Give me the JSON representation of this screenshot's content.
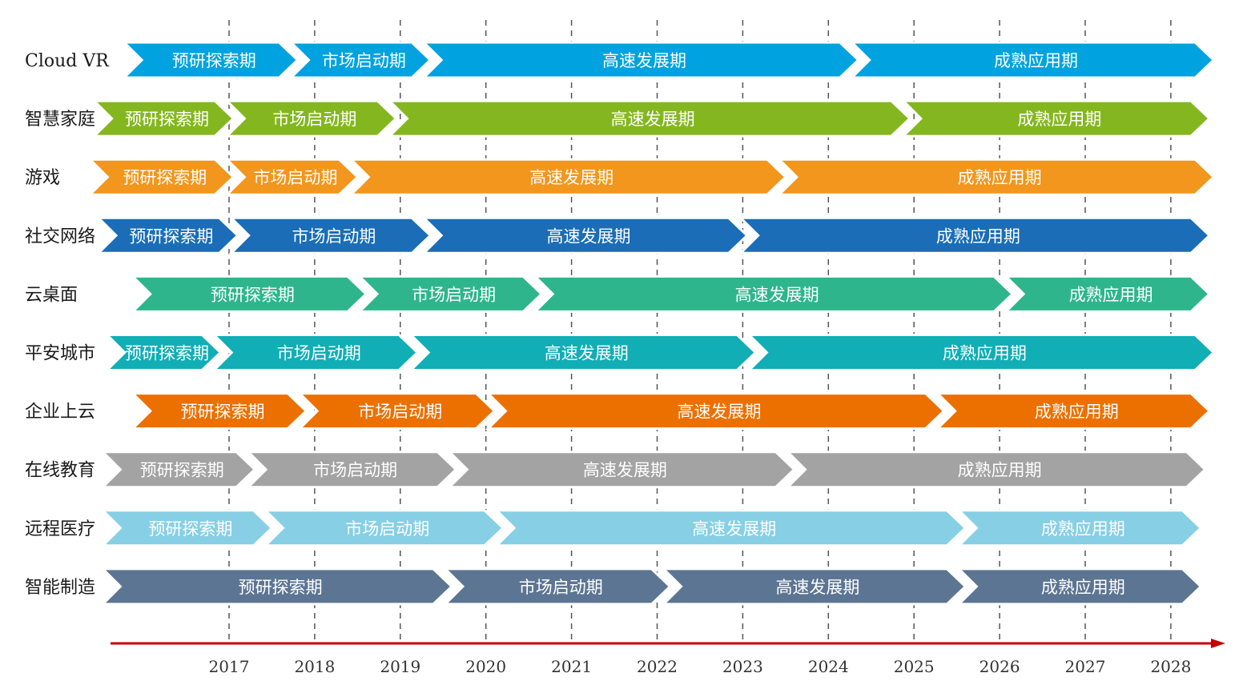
{
  "chart_data": {
    "type": "gantt",
    "title": "",
    "x_ticks": [
      "2017",
      "2018",
      "2019",
      "2020",
      "2021",
      "2022",
      "2023",
      "2024",
      "2025",
      "2026",
      "2027",
      "2028"
    ],
    "phases": [
      "预研探索期",
      "市场启动期",
      "高速发展期",
      "成熟应用期"
    ],
    "axis_color": "#c00000",
    "rows": [
      {
        "name": "Cloud VR",
        "color": "#00a3e0",
        "bounds": [
          2015.85,
          2017.8,
          2019.35,
          2024.35,
          2028.5
        ]
      },
      {
        "name": "智慧家庭",
        "color": "#84b71f",
        "bounds": [
          2015.5,
          2017.05,
          2018.95,
          2024.95,
          2028.45
        ]
      },
      {
        "name": "游戏",
        "color": "#f2961e",
        "bounds": [
          2015.45,
          2017.05,
          2018.5,
          2023.5,
          2028.5
        ]
      },
      {
        "name": "社交网络",
        "color": "#1a6db6",
        "bounds": [
          2015.55,
          2017.1,
          2019.35,
          2023.05,
          2028.45
        ]
      },
      {
        "name": "云桌面",
        "color": "#2eb58c",
        "bounds": [
          2015.95,
          2018.6,
          2020.65,
          2026.15,
          2028.45
        ]
      },
      {
        "name": "平安城市",
        "color": "#11aeb5",
        "bounds": [
          2015.65,
          2016.9,
          2019.2,
          2023.15,
          2028.5
        ]
      },
      {
        "name": "企业上云",
        "color": "#ec7000",
        "bounds": [
          2015.95,
          2017.9,
          2020.1,
          2025.35,
          2028.45
        ]
      },
      {
        "name": "在线教育",
        "color": "#a3a3a3",
        "bounds": [
          2015.6,
          2017.3,
          2019.65,
          2023.6,
          2028.4
        ]
      },
      {
        "name": "远程医疗",
        "color": "#87cfe5",
        "bounds": [
          2015.6,
          2017.5,
          2020.2,
          2025.6,
          2028.35
        ]
      },
      {
        "name": "智能制造",
        "color": "#5c7593",
        "bounds": [
          2015.6,
          2019.6,
          2022.15,
          2025.6,
          2028.35
        ]
      }
    ]
  }
}
